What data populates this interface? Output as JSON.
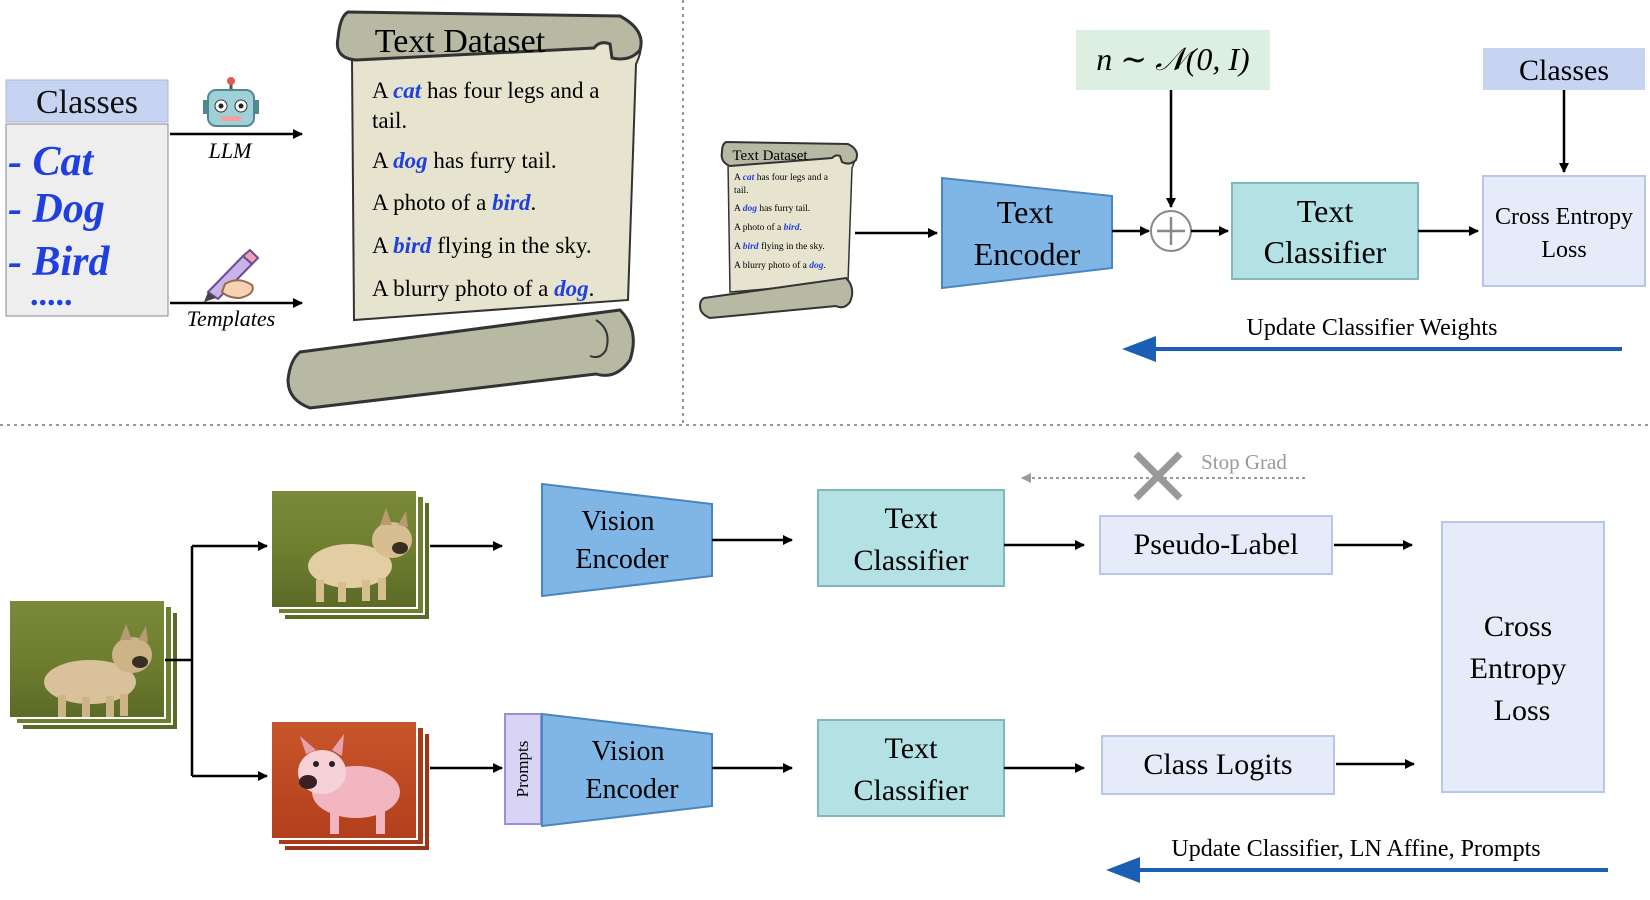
{
  "colors": {
    "classes_header": "#c6d3f1",
    "classes_list_bg": "#eeeeee",
    "class_text": "#1f3fe0",
    "scroll_fill": "#e6e4cf",
    "scroll_edge": "#b7b9a3",
    "noise_box": "#dcefe0",
    "encoder": "#7fb6e6",
    "classifier": "#b4e1e4",
    "loss_box": "#e6ebf9",
    "loss_border": "#b8c6ee",
    "prompts": "#d9d4f6",
    "update_arrow": "#1a5fb4",
    "stopgrad": "#9a9a9a"
  },
  "top_left": {
    "classes_header": "Classes",
    "class_items": [
      "- Cat",
      "- Dog",
      "- Bird",
      "....."
    ],
    "llm_label": "LLM",
    "llm_icon": "robot-icon",
    "templates_label": "Templates",
    "templates_icon": "writing-hand-icon",
    "dataset_title": "Text Dataset",
    "sentences": [
      {
        "pre": "A ",
        "word": "cat",
        "post": " has four legs and a"
      },
      {
        "pre": "tail.",
        "word": "",
        "post": ""
      },
      {
        "pre": "A ",
        "word": "dog",
        "post": " has furry tail."
      },
      {
        "pre": "A photo of a ",
        "word": "bird",
        "post": "."
      },
      {
        "pre": "A ",
        "word": "bird",
        "post": " flying in the sky."
      },
      {
        "pre": "A blurry photo of a ",
        "word": "dog",
        "post": "."
      }
    ]
  },
  "top_right": {
    "mini_title": "Text Dataset",
    "mini_sentences": [
      {
        "pre": "A ",
        "word": "cat",
        "post": " has four legs and a"
      },
      {
        "pre": "tail.",
        "word": "",
        "post": ""
      },
      {
        "pre": "A ",
        "word": "dog",
        "post": " has furry tail."
      },
      {
        "pre": "A photo of a ",
        "word": "bird",
        "post": "."
      },
      {
        "pre": "A ",
        "word": "bird",
        "post": " flying in the sky."
      },
      {
        "pre": "A blurry photo of a ",
        "word": "dog",
        "post": "."
      }
    ],
    "noise_formula": "n ∼ 𝒩(0, I)",
    "encoder_line1": "Text",
    "encoder_line2": "Encoder",
    "classifier_line1": "Text",
    "classifier_line2": "Classifier",
    "classes_label": "Classes",
    "loss_line1": "Cross Entropy",
    "loss_line2": "Loss",
    "update_label": "Update Classifier Weights",
    "plus_icon": "circled-plus-icon"
  },
  "bottom": {
    "upper_encoder_line1": "Vision",
    "upper_encoder_line2": "Encoder",
    "upper_classifier_line1": "Text",
    "upper_classifier_line2": "Classifier",
    "pseudo_label": "Pseudo-Label",
    "stop_grad": "Stop Grad",
    "stop_icon": "cross-icon",
    "prompts_label": "Prompts",
    "lower_encoder_line1": "Vision",
    "lower_encoder_line2": "Encoder",
    "lower_classifier_line1": "Text",
    "lower_classifier_line2": "Classifier",
    "class_logits": "Class Logits",
    "loss_line1": "Cross",
    "loss_line2": "Entropy",
    "loss_line3": "Loss",
    "update_label": "Update Classifier, LN Affine, Prompts",
    "input_image": "dog-photo",
    "weak_aug_image": "dog-photo-augmented",
    "strong_aug_image": "dog-photo-color-jittered"
  }
}
